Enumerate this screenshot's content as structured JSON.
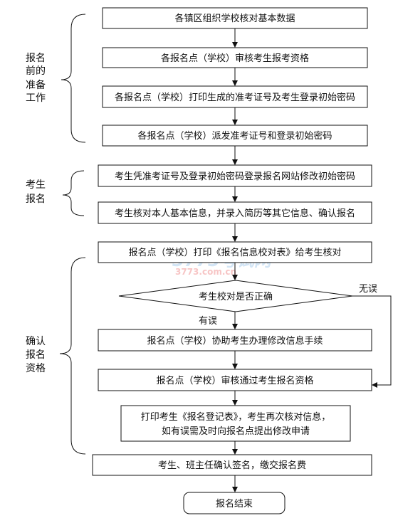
{
  "groups": {
    "prep": [
      "报名",
      "前的",
      "准备",
      "工作"
    ],
    "signup": [
      "考生",
      "报名"
    ],
    "confirm": [
      "确认",
      "报名",
      "资格"
    ]
  },
  "steps": {
    "s1": "各镇区组织学校核对基本数据",
    "s2": "各报名点（学校）审核考生报考资格",
    "s3": "各报名点（学校）打印生成的准考证号及考生登录初始密码",
    "s4": "各报名点（学校）派发准考证号和登录初始密码",
    "s5": "考生凭准考证号及登录初始密码登录报名网站修改初始密码",
    "s6": "考生核对本人基本信息，并录入简历等其它信息、确认报名",
    "s7": "报名点（学校）打印《报名信息校对表》给考生核对",
    "decision": "考生校对是否正确",
    "s8": "报名点（学校）协助考生办理修改信息手续",
    "s9": "报名点（学校）审核通过考生报名资格",
    "s10_line1": "打印考生《报名登记表》，考生再次核对信息，",
    "s10_line2": "如有误需及时向报名点提出修改申请",
    "s11": "考生、班主任确认签名，缴交报名费",
    "end": "报名结束"
  },
  "branches": {
    "no_error": "无误",
    "has_error": "有误"
  },
  "watermark": {
    "main": "3773考试网",
    "sub": "3773.com.cn"
  }
}
